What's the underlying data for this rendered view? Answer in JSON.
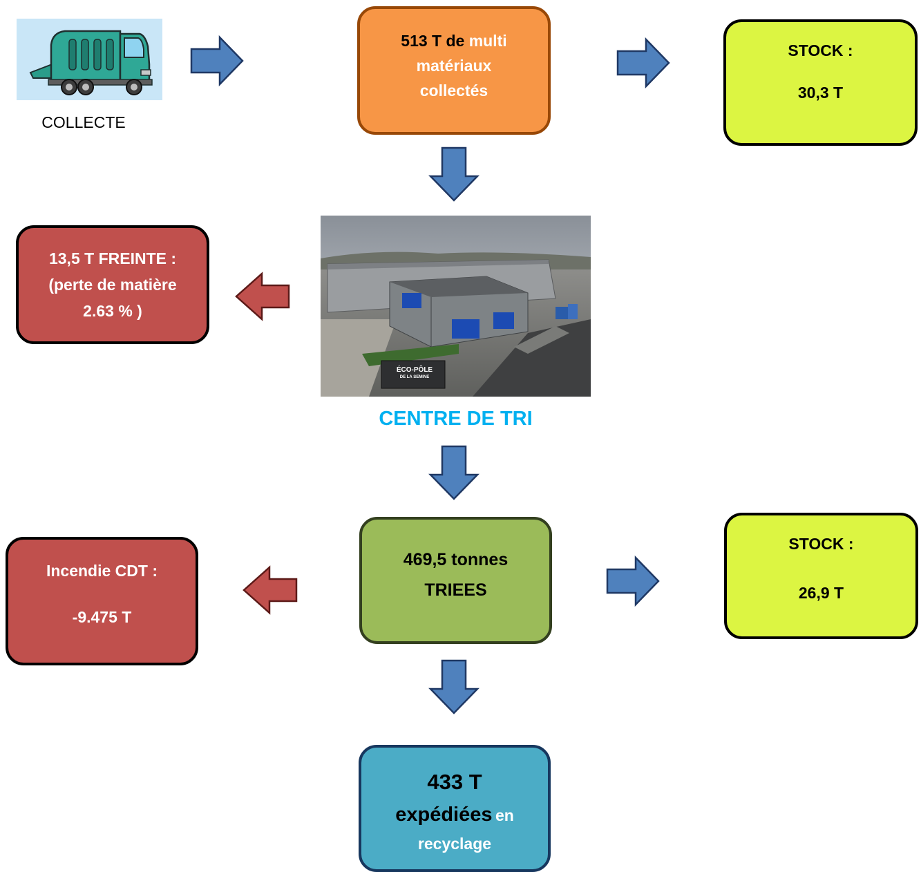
{
  "colors": {
    "arrow_blue": "#4f81bd",
    "arrow_red": "#c0504d",
    "centre_title": "#00b0f0",
    "collected_box": "#f79646",
    "stock_box": "#dcf542",
    "loss_box": "#c0504d",
    "sorted_box": "#9bbb59",
    "shipped_box": "#4bacc6"
  },
  "collecte": {
    "icon": "garbage-truck-icon",
    "label": "COLLECTE"
  },
  "collected": {
    "line1_a": "513 T de",
    "line1_b": "multi",
    "line2": "matériaux",
    "line3": "collectés"
  },
  "stock_top": {
    "label": "STOCK :",
    "value": "30,3 T"
  },
  "freinte": {
    "line1": "13,5 T FREINTE :",
    "line2": "(perte de matière",
    "line3": "2.63 % )"
  },
  "centre": {
    "photo": "sorting-centre-photo",
    "sign": "ÉCO-PÔLE",
    "sign_sub": "DE LA SEMINE",
    "title": "CENTRE DE TRI"
  },
  "sorted": {
    "line1": "469,5 tonnes",
    "line2": "TRIEES"
  },
  "incendie": {
    "label": "Incendie CDT :",
    "value": "-9.475 T"
  },
  "stock_bottom": {
    "label": "STOCK :",
    "value": "26,9 T"
  },
  "shipped": {
    "value": "433 T",
    "line2_a": "expédiées",
    "line2_b": "en",
    "line3": "recyclage"
  }
}
